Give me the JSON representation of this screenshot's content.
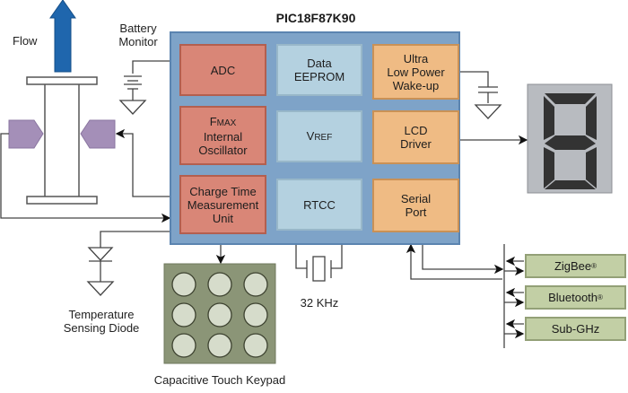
{
  "title": "PIC18F87K90",
  "labels": {
    "flow": "Flow",
    "battery_monitor_line1": "Battery",
    "battery_monitor_line2": "Monitor",
    "temp_diode_line1": "Temperature",
    "temp_diode_line2": "Sensing Diode",
    "crystal": "32 KHz",
    "keypad": "Capacitive Touch Keypad"
  },
  "blocks": {
    "adc": "ADC",
    "eeprom_line1": "Data",
    "eeprom_line2": "EEPROM",
    "ulpwu_line1": "Ultra",
    "ulpwu_line2": "Low Power",
    "ulpwu_line3": "Wake-up",
    "osc_main": "F",
    "osc_sub": "MAX",
    "osc_line2": "Internal",
    "osc_line3": "Oscillator",
    "vref_main": "V",
    "vref_sub": "REF",
    "lcd_line1": "LCD",
    "lcd_line2": "Driver",
    "ctmu_line1": "Charge Time",
    "ctmu_line2": "Measurement",
    "ctmu_line3": "Unit",
    "rtcc": "RTCC",
    "serial_line1": "Serial",
    "serial_line2": "Port"
  },
  "radios": [
    {
      "name": "ZigBee",
      "mark": "®"
    },
    {
      "name": "Bluetooth",
      "mark": "®"
    },
    {
      "name": "Sub-GHz",
      "mark": ""
    }
  ],
  "colors": {
    "chip": "#7ea3c8",
    "red_block": "#d98677",
    "blue_block": "#b4d1e0",
    "orange_block": "#efbb84",
    "radio": "#c2cfa5",
    "keypad": "#8b9577",
    "flow_arrow": "#1f66ad",
    "sensor": "#a48fb8"
  }
}
